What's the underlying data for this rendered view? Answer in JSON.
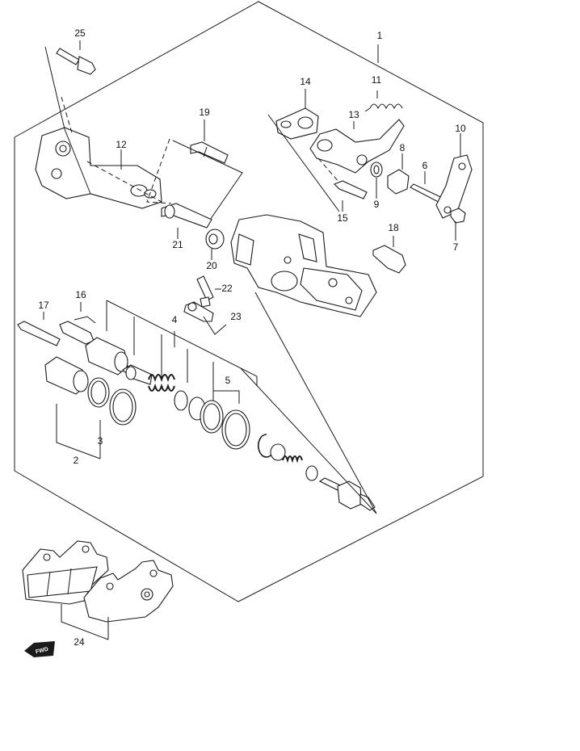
{
  "callouts": [
    {
      "id": "p1",
      "label": "1"
    },
    {
      "id": "p2",
      "label": "2"
    },
    {
      "id": "p3",
      "label": "3"
    },
    {
      "id": "p4",
      "label": "4"
    },
    {
      "id": "p5",
      "label": "5"
    },
    {
      "id": "p6",
      "label": "6"
    },
    {
      "id": "p7",
      "label": "7"
    },
    {
      "id": "p8",
      "label": "8"
    },
    {
      "id": "p9",
      "label": "9"
    },
    {
      "id": "p10",
      "label": "10"
    },
    {
      "id": "p11",
      "label": "11"
    },
    {
      "id": "p12",
      "label": "12"
    },
    {
      "id": "p13",
      "label": "13"
    },
    {
      "id": "p14",
      "label": "14"
    },
    {
      "id": "p15",
      "label": "15"
    },
    {
      "id": "p16",
      "label": "16"
    },
    {
      "id": "p17",
      "label": "17"
    },
    {
      "id": "p18",
      "label": "18"
    },
    {
      "id": "p19",
      "label": "19"
    },
    {
      "id": "p20",
      "label": "20"
    },
    {
      "id": "p21",
      "label": "21"
    },
    {
      "id": "p22",
      "label": "22"
    },
    {
      "id": "p23",
      "label": "23"
    },
    {
      "id": "p24",
      "label": "24"
    },
    {
      "id": "p25",
      "label": "25"
    }
  ],
  "direction_badge": {
    "label": "FWD"
  }
}
